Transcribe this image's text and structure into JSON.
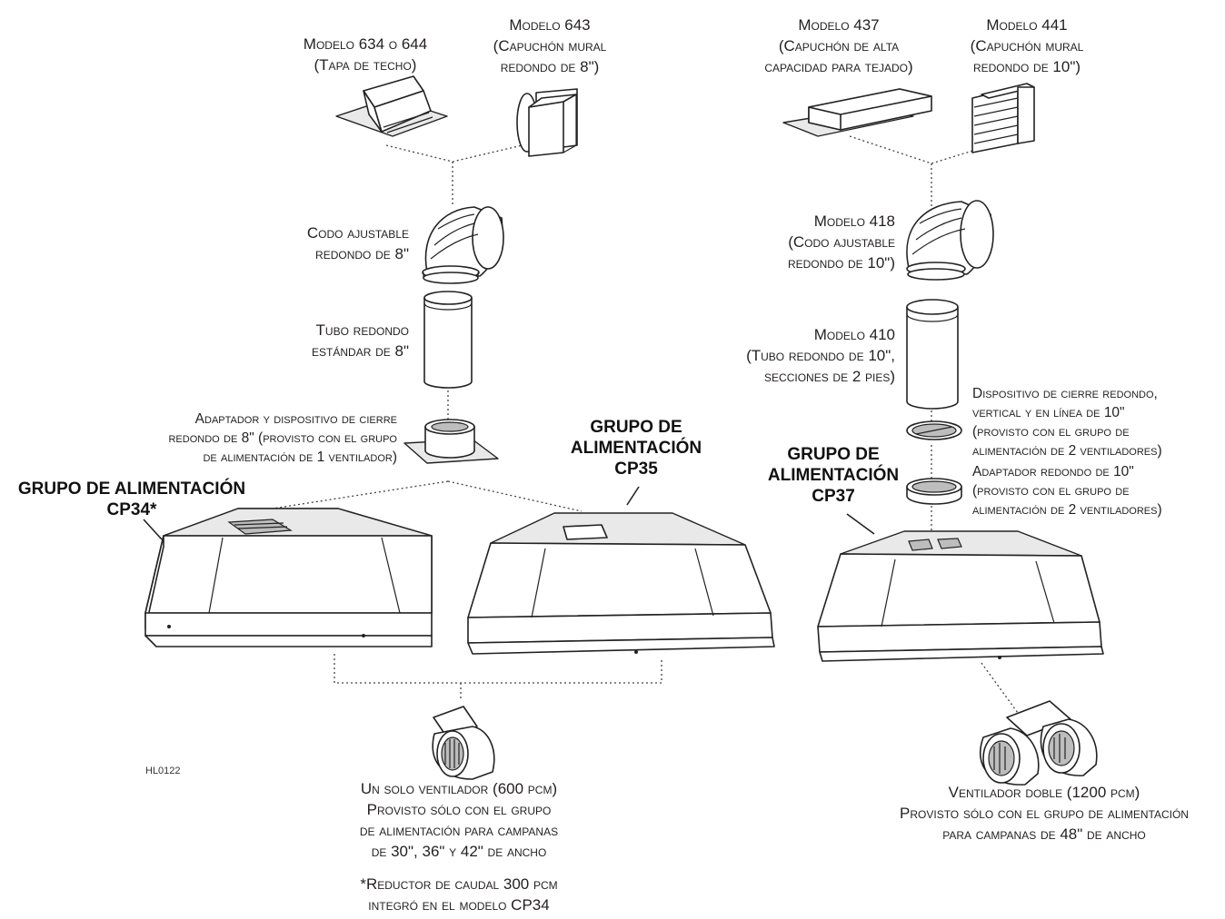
{
  "labels": {
    "model_634_644": [
      "Modelo 634 o 644",
      "(Tapa de techo)"
    ],
    "model_643": [
      "Modelo 643",
      "(Capuchón mural",
      "redondo de 8\")"
    ],
    "model_437": [
      "Modelo 437",
      "(Capuchón de alta",
      "capacidad para tejado)"
    ],
    "model_441": [
      "Modelo 441",
      "(Capuchón mural",
      "redondo de 10\")"
    ],
    "elbow_8": [
      "Codo ajustable",
      "redondo de 8\""
    ],
    "model_418": [
      "Modelo 418",
      "(Codo ajustable",
      "redondo de 10\")"
    ],
    "pipe_8": [
      "Tubo redondo",
      "estándar de 8\""
    ],
    "model_410": [
      "Modelo 410",
      "(Tubo redondo de 10\",",
      "secciones de 2 pies)"
    ],
    "damper_10": [
      "Dispositivo de cierre redondo,",
      "vertical y en línea de 10\"",
      "(provisto con el grupo de",
      "alimentación de 2 ventiladores)"
    ],
    "adapter_8": [
      "Adaptador y dispositivo de cierre",
      "redondo de 8\" (provisto con el grupo",
      "de alimentación de 1 ventilador)"
    ],
    "adapter_10": [
      "Adaptador redondo de 10\"",
      "(provisto con el grupo de",
      "alimentación de 2 ventiladores)"
    ],
    "single_blower": [
      "Un solo ventilador (600 pcm)",
      "Provisto sólo con el grupo",
      "de alimentación para campanas",
      "de 30\", 36\" y 42\" de ancho"
    ],
    "footnote": [
      "*Reductor de caudal 300 pcm",
      "integró en el modelo CP34"
    ],
    "dual_blower": [
      "Ventilador doble (1200 pcm)",
      "Provisto sólo con el grupo de alimentación",
      "para campanas de 48\" de ancho"
    ]
  },
  "groups": {
    "cp34": [
      "GRUPO DE ALIMENTACIÓN",
      "CP34*"
    ],
    "cp35": [
      "GRUPO DE",
      "ALIMENTACIÓN",
      "CP35"
    ],
    "cp37": [
      "GRUPO DE",
      "ALIMENTACIÓN",
      "CP37"
    ]
  },
  "figure_code": "HL0122"
}
